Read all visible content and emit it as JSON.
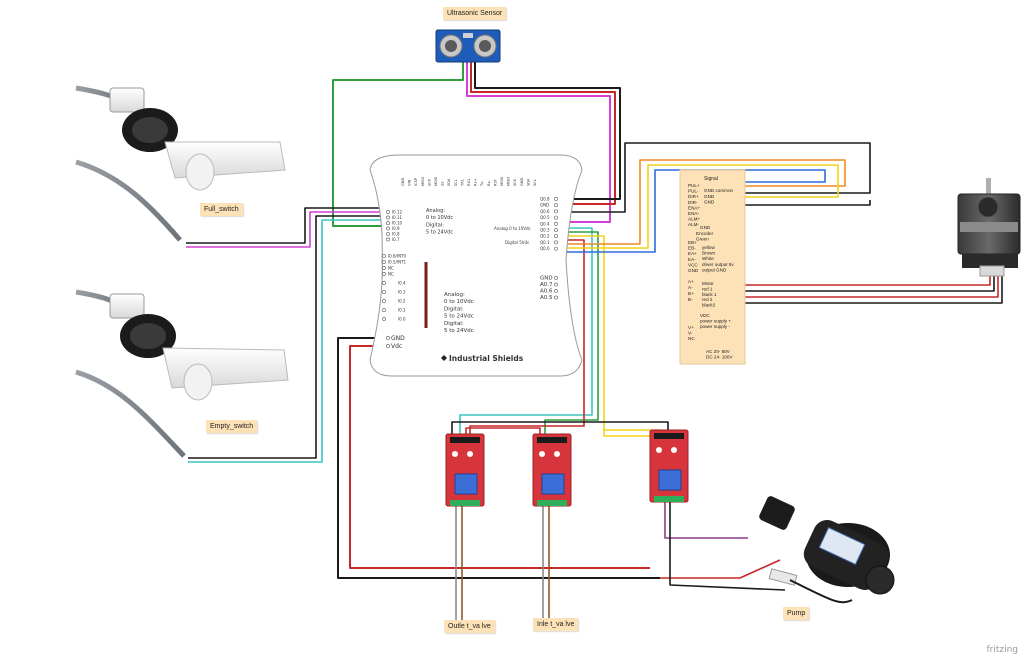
{
  "labels": {
    "ultrasonic": "Ultrasonic Sensor",
    "full_switch": "Full_switch",
    "empty_switch": "Empty_switch",
    "pump": "Pump",
    "outlet": "Outle t_va lve",
    "inlet": "Inle t_va lve"
  },
  "plc": {
    "brand": "Industrial Shields",
    "top_pins": [
      "GND",
      "VIN",
      "ICSP",
      "MISO",
      "SCK",
      "MOSI",
      "SS",
      "SDA",
      "SCL",
      "TX1",
      "RX1",
      "Rx+",
      "Tx-",
      "Rx-",
      "RST",
      "MOSI",
      "MISO",
      "SCK",
      "GND",
      "SDA",
      "SCL"
    ],
    "left_inputs": [
      "I0.12",
      "I0.11",
      "I0.10",
      "I0.9",
      "I0.8",
      "I0.7"
    ],
    "left_interrupts": [
      "I0.6/INT0",
      "I0.5/INT1",
      "NC",
      "NC"
    ],
    "left_outputs": [
      "I0.4",
      "I0.3",
      "I0.2",
      "I0.1",
      "I0.0"
    ],
    "mid_text": [
      "Analog:",
      "0 to 10Vdc",
      "Digital:",
      "5 to 24Vdc"
    ],
    "mid_text2": [
      "Analog:",
      "0 to 10Vdc",
      "Digital:",
      "5 to 24Vdc",
      "Digital:",
      "5 to 24Vdc"
    ],
    "right_outputs": [
      "Q0.8",
      "GND",
      "Q0.6",
      "Q0.5",
      "Q0.4",
      "Q0.3",
      "Q0.2",
      "Q0.1",
      "Q0.0"
    ],
    "right_analog": [
      "GND",
      "A0.7",
      "A0.6",
      "A0.5"
    ],
    "power": [
      "GND",
      "Vdc"
    ],
    "analog_note": "Analog 0 to 10Vdc",
    "digital_note": "Digital 5Vdc"
  },
  "driver": {
    "title": "Signal",
    "lines": [
      "PUL+",
      "PUL-",
      "DIR+",
      "DIR-",
      "ENA+",
      "ENA-",
      "ALM+",
      "ALM-"
    ],
    "signal_notes": [
      "GND common",
      "GND",
      "GND"
    ],
    "encoder": [
      "GND",
      "Encoder",
      "Green"
    ],
    "encoder_lines": [
      "EB+",
      "EB-",
      "EA+",
      "EA-",
      "VCC",
      "GND"
    ],
    "encoder_notes": [
      "yellow",
      "Brown",
      "White",
      "driver output 5v",
      "output GND"
    ],
    "motor_lines": [
      "A+",
      "A-",
      "B+",
      "B-"
    ],
    "motor_notes": [
      "Motor",
      "red 1",
      "black 1",
      "red 2",
      "black2"
    ],
    "power_lines": [
      "V+",
      "V-",
      "NC"
    ],
    "power_notes": [
      "VDC",
      "power supply +",
      "power supply -"
    ],
    "ac": [
      "AC 20- 80V",
      "DC 24- 100V"
    ]
  },
  "watermark": "fritzing",
  "colors": {
    "wire_red": "#c62828",
    "wire_black": "#1a1a1a",
    "wire_green": "#2e9e3e",
    "wire_magenta": "#d63fd6",
    "wire_cyan": "#3cc4c4",
    "wire_yellow": "#f2d21b",
    "wire_orange": "#f08a24",
    "wire_blue": "#2f6bd8",
    "wire_grey": "#8a8a8a",
    "note_bg": "#fde2b8",
    "relay_red": "#d8343c"
  }
}
